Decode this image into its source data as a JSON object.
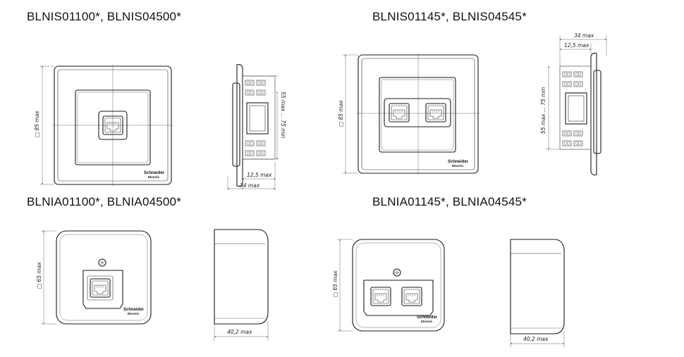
{
  "titles": {
    "top_left": "BLNIS01100*, BLNIS04500*",
    "top_right": "BLNIS01145*, BLNIS04545*",
    "bottom_left": "BLNIA01100*, BLNIA04500*",
    "bottom_right": "BLNIA01145*, BLNIA04545*"
  },
  "dimensions": {
    "flush_height": "□ 85 max",
    "flush_depth": "34 max",
    "flush_plate": "12,5 max",
    "flush_box": "55 max ... 75 min",
    "surface_height": "□ 65 max",
    "surface_depth": "40,2 max"
  },
  "brand": {
    "line1": "Schneider",
    "line2": "Electric"
  }
}
